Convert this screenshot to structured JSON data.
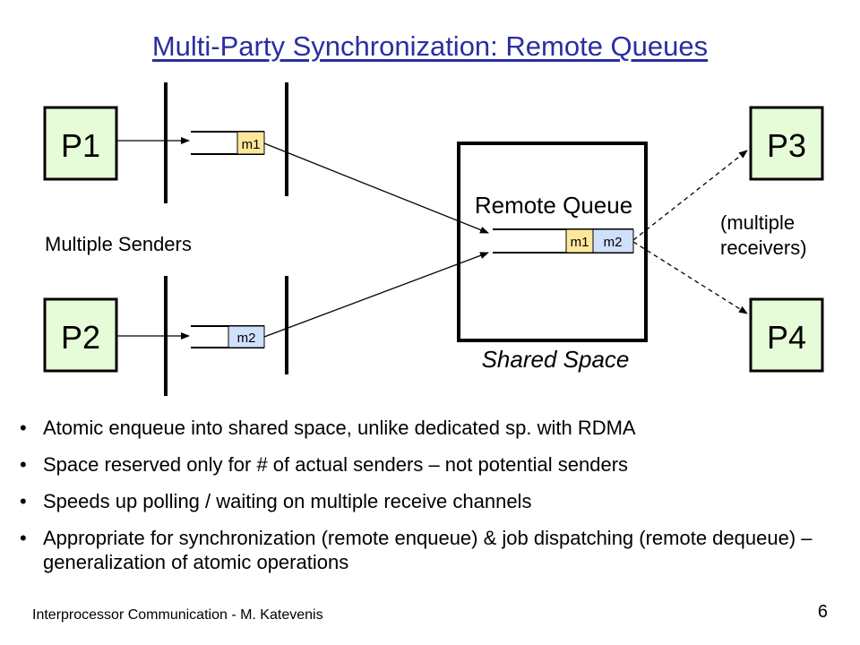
{
  "title": "Multi-Party Synchronization: Remote Queues",
  "diagram": {
    "p1": "P1",
    "p2": "P2",
    "p3": "P3",
    "p4": "P4",
    "m1": "m1",
    "m2": "m2",
    "senders_label": "Multiple Senders",
    "remote_queue_label": "Remote Queue",
    "receivers_label_line1": "(multiple",
    "receivers_label_line2": "receivers)",
    "shared_space_label": "Shared Space",
    "colors": {
      "process_fill": "#e6fbd8",
      "m1_fill": "#fde79a",
      "m2_fill": "#cfe0fb"
    }
  },
  "bullets": [
    "Atomic enqueue into shared space, unlike dedicated sp. with RDMA",
    "Space reserved only for # of actual senders – not potential senders",
    "Speeds up polling / waiting on multiple receive channels",
    "Appropriate for synchronization (remote enqueue) & job dispatching (remote dequeue) – generalization of atomic operations"
  ],
  "footer": "Interprocessor Communication - M. Katevenis",
  "page_number": "6"
}
